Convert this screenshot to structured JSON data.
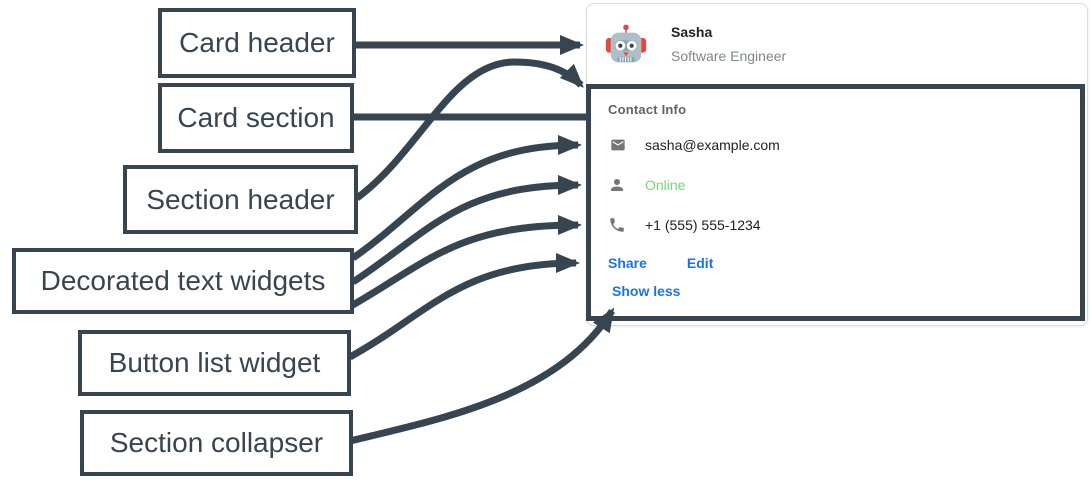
{
  "annotations": {
    "stroke_color": "#36454f",
    "labels": [
      {
        "text": "Card header"
      },
      {
        "text": "Card section"
      },
      {
        "text": "Section header"
      },
      {
        "text": "Decorated text widgets"
      },
      {
        "text": "Button list widget"
      },
      {
        "text": "Section collapser"
      }
    ]
  },
  "card": {
    "header": {
      "title": "Sasha",
      "subtitle": "Software Engineer",
      "avatar_icon": "robot-avatar"
    },
    "section": {
      "title": "Contact Info",
      "decorated_text": [
        {
          "icon": "email-icon",
          "text": "sasha@example.com"
        },
        {
          "icon": "person-icon",
          "text": "Online",
          "status_color": "#74d874"
        },
        {
          "icon": "phone-icon",
          "text": "+1 (555) 555-1234"
        }
      ],
      "buttons": [
        {
          "label": "Share"
        },
        {
          "label": "Edit"
        }
      ],
      "collapser_label": "Show less"
    },
    "colors": {
      "link_blue": "#1a73e8",
      "primary_text": "#202124",
      "secondary_text": "#80868b",
      "section_title_gray": "#5f6368",
      "icon_gray": "#757575",
      "card_border": "#dadce0",
      "online_green": "#74d874"
    }
  }
}
